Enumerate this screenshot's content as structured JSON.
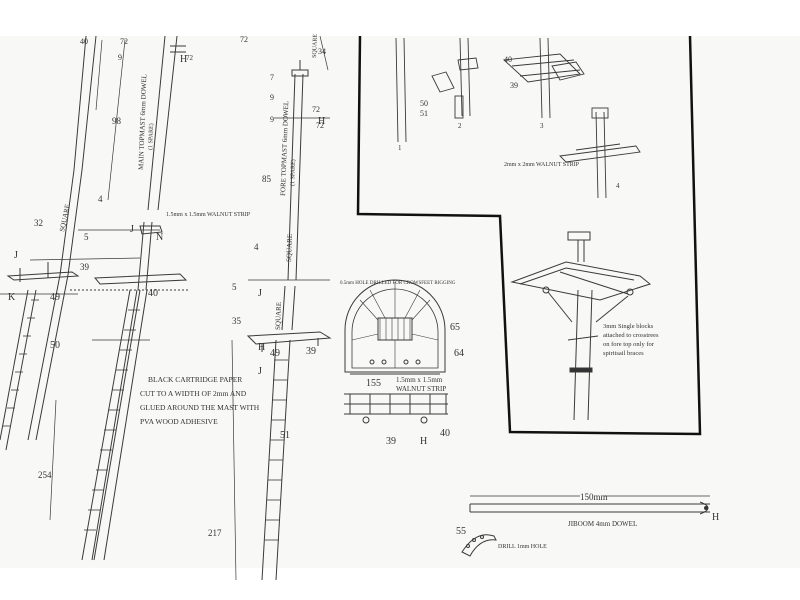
{
  "colors": {
    "background": "#ffffff",
    "paper": "#f8f8f6",
    "ink": "#333333",
    "border": "#111111"
  },
  "mast_labels": {
    "main_topmast": "MAIN TOPMAST 6mm DOWEL",
    "main_topmast_spare": "(1 SPARE)",
    "fore_topmast": "FORE TOPMAST 6mm DOWEL",
    "fore_topmast_spare": "(1 SPARE)",
    "square_left": "SQUARE",
    "square_mid_upper": "SQUARE",
    "square_mid_lower": "SQUARE",
    "square_top_right": "SQUARE"
  },
  "notes": {
    "walnut_strip_left": "1.5mm x 1.5mm WALNUT STRIP",
    "cartridge_line1": "BLACK CARTRIDGE PAPER",
    "cartridge_line2": "CUT TO A WIDTH OF 2mm AND",
    "cartridge_line3": "GLUED AROUND THE MAST WITH",
    "cartridge_line4": "PVA WOOD ADHESIVE",
    "hole_drilled": "0.5mm HOLE DRILLED FOR CROWSFEET RIGGING",
    "walnut_strip_top": "1.5mm x 1.5mm",
    "walnut_strip_top2": "WALNUT STRIP",
    "walnut_strip_right": "2mm x 2mm WALNUT STRIP",
    "single_blocks_1": "3mm Single blocks",
    "single_blocks_2": "attached to crosstrees",
    "single_blocks_3": "on fore top only for",
    "single_blocks_4": "spiritsail braces",
    "jiboom": "JIBOOM 4mm DOWEL",
    "drill": "DRILL 1mm HOLE"
  },
  "dimensions": {
    "d40_top": "40",
    "d9": "9",
    "d72_a": "72",
    "d72_b": "72",
    "d72_c": "72",
    "d72_d": "72",
    "d72_e": "72",
    "d98": "98",
    "d4": "4",
    "d32": "32",
    "d5_a": "5",
    "d5_b": "5",
    "d39_a": "39",
    "d39_b": "39",
    "d39_c": "39",
    "d254": "254",
    "d217": "217",
    "d85": "85",
    "d34": "34",
    "d35": "35",
    "d9_b": "9",
    "d9_c": "9",
    "d4_b": "4",
    "d7": "7",
    "d150": "150mm"
  },
  "parts": {
    "J1": "J",
    "K": "K",
    "p49_a": "49",
    "p40_a": "40",
    "p50_a": "50",
    "H1": "H",
    "N1": "N",
    "J2": "J",
    "J3": "J",
    "H2": "H",
    "p49_b": "49",
    "p39_mid": "39",
    "J4": "J",
    "p51_a": "51",
    "H3": "H",
    "p65": "65",
    "p64": "64",
    "p155": "155",
    "p39_bot": "39",
    "H4": "H",
    "p40_bot": "40",
    "p40_box": "40",
    "p39_box": "39",
    "p50_box": "50",
    "p51_box": "51",
    "fig1": "1",
    "fig2": "2",
    "fig3": "3",
    "fig4": "4",
    "p55": "55",
    "H5": "H"
  }
}
